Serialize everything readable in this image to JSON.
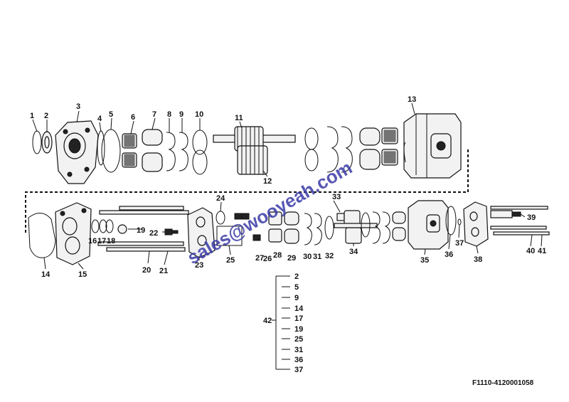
{
  "diagram": {
    "top_row_labels": [
      "1",
      "2",
      "3",
      "4",
      "5",
      "6",
      "7",
      "8",
      "9",
      "10",
      "11",
      "12",
      "13"
    ],
    "bottom_row_labels": [
      "14",
      "15",
      "16",
      "17",
      "18",
      "19",
      "20",
      "21",
      "22",
      "23",
      "24",
      "25",
      "26",
      "27",
      "28",
      "29",
      "30",
      "31",
      "32",
      "33",
      "34",
      "35",
      "36",
      "37",
      "38",
      "39",
      "40",
      "41"
    ],
    "kit": {
      "label": "42",
      "items": [
        "2",
        "5",
        "9",
        "14",
        "17",
        "19",
        "25",
        "31",
        "36",
        "37"
      ]
    },
    "watermark": "sales@wooyeah.com",
    "drawing_code": "F1110-4120001058"
  }
}
